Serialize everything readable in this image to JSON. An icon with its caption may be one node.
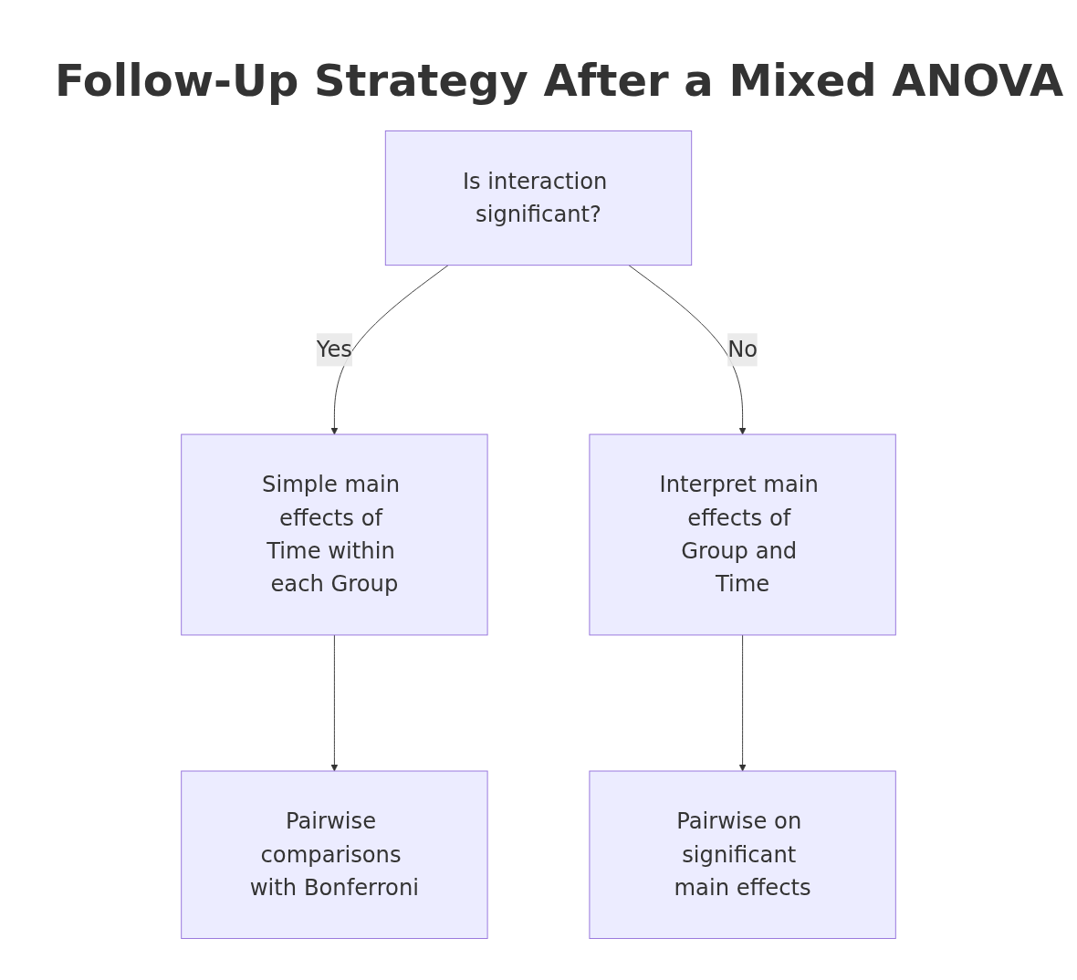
{
  "diagram": {
    "title": "Follow-Up Strategy After a Mixed ANOVA",
    "nodes": [
      {
        "text": [
          "Is interaction significant?"
        ]
      },
      {
        "text": [
          "Simple main effects of Time within each Group"
        ]
      },
      {
        "text": [
          "Interpret main effects of Group and Time"
        ]
      },
      {
        "text": [
          "Pairwise comparisons with Bonferroni"
        ]
      },
      {
        "text": [
          "Pairwise on significant main effects"
        ]
      }
    ],
    "edges": [
      {
        "from": 0,
        "to": 1,
        "arrow": "to",
        "label": "Yes"
      },
      {
        "from": 0,
        "to": 2,
        "arrow": "to",
        "label": "No"
      },
      {
        "from": 1,
        "to": 3,
        "arrow": "to"
      },
      {
        "from": 2,
        "to": 4,
        "arrow": "to"
      }
    ]
  }
}
